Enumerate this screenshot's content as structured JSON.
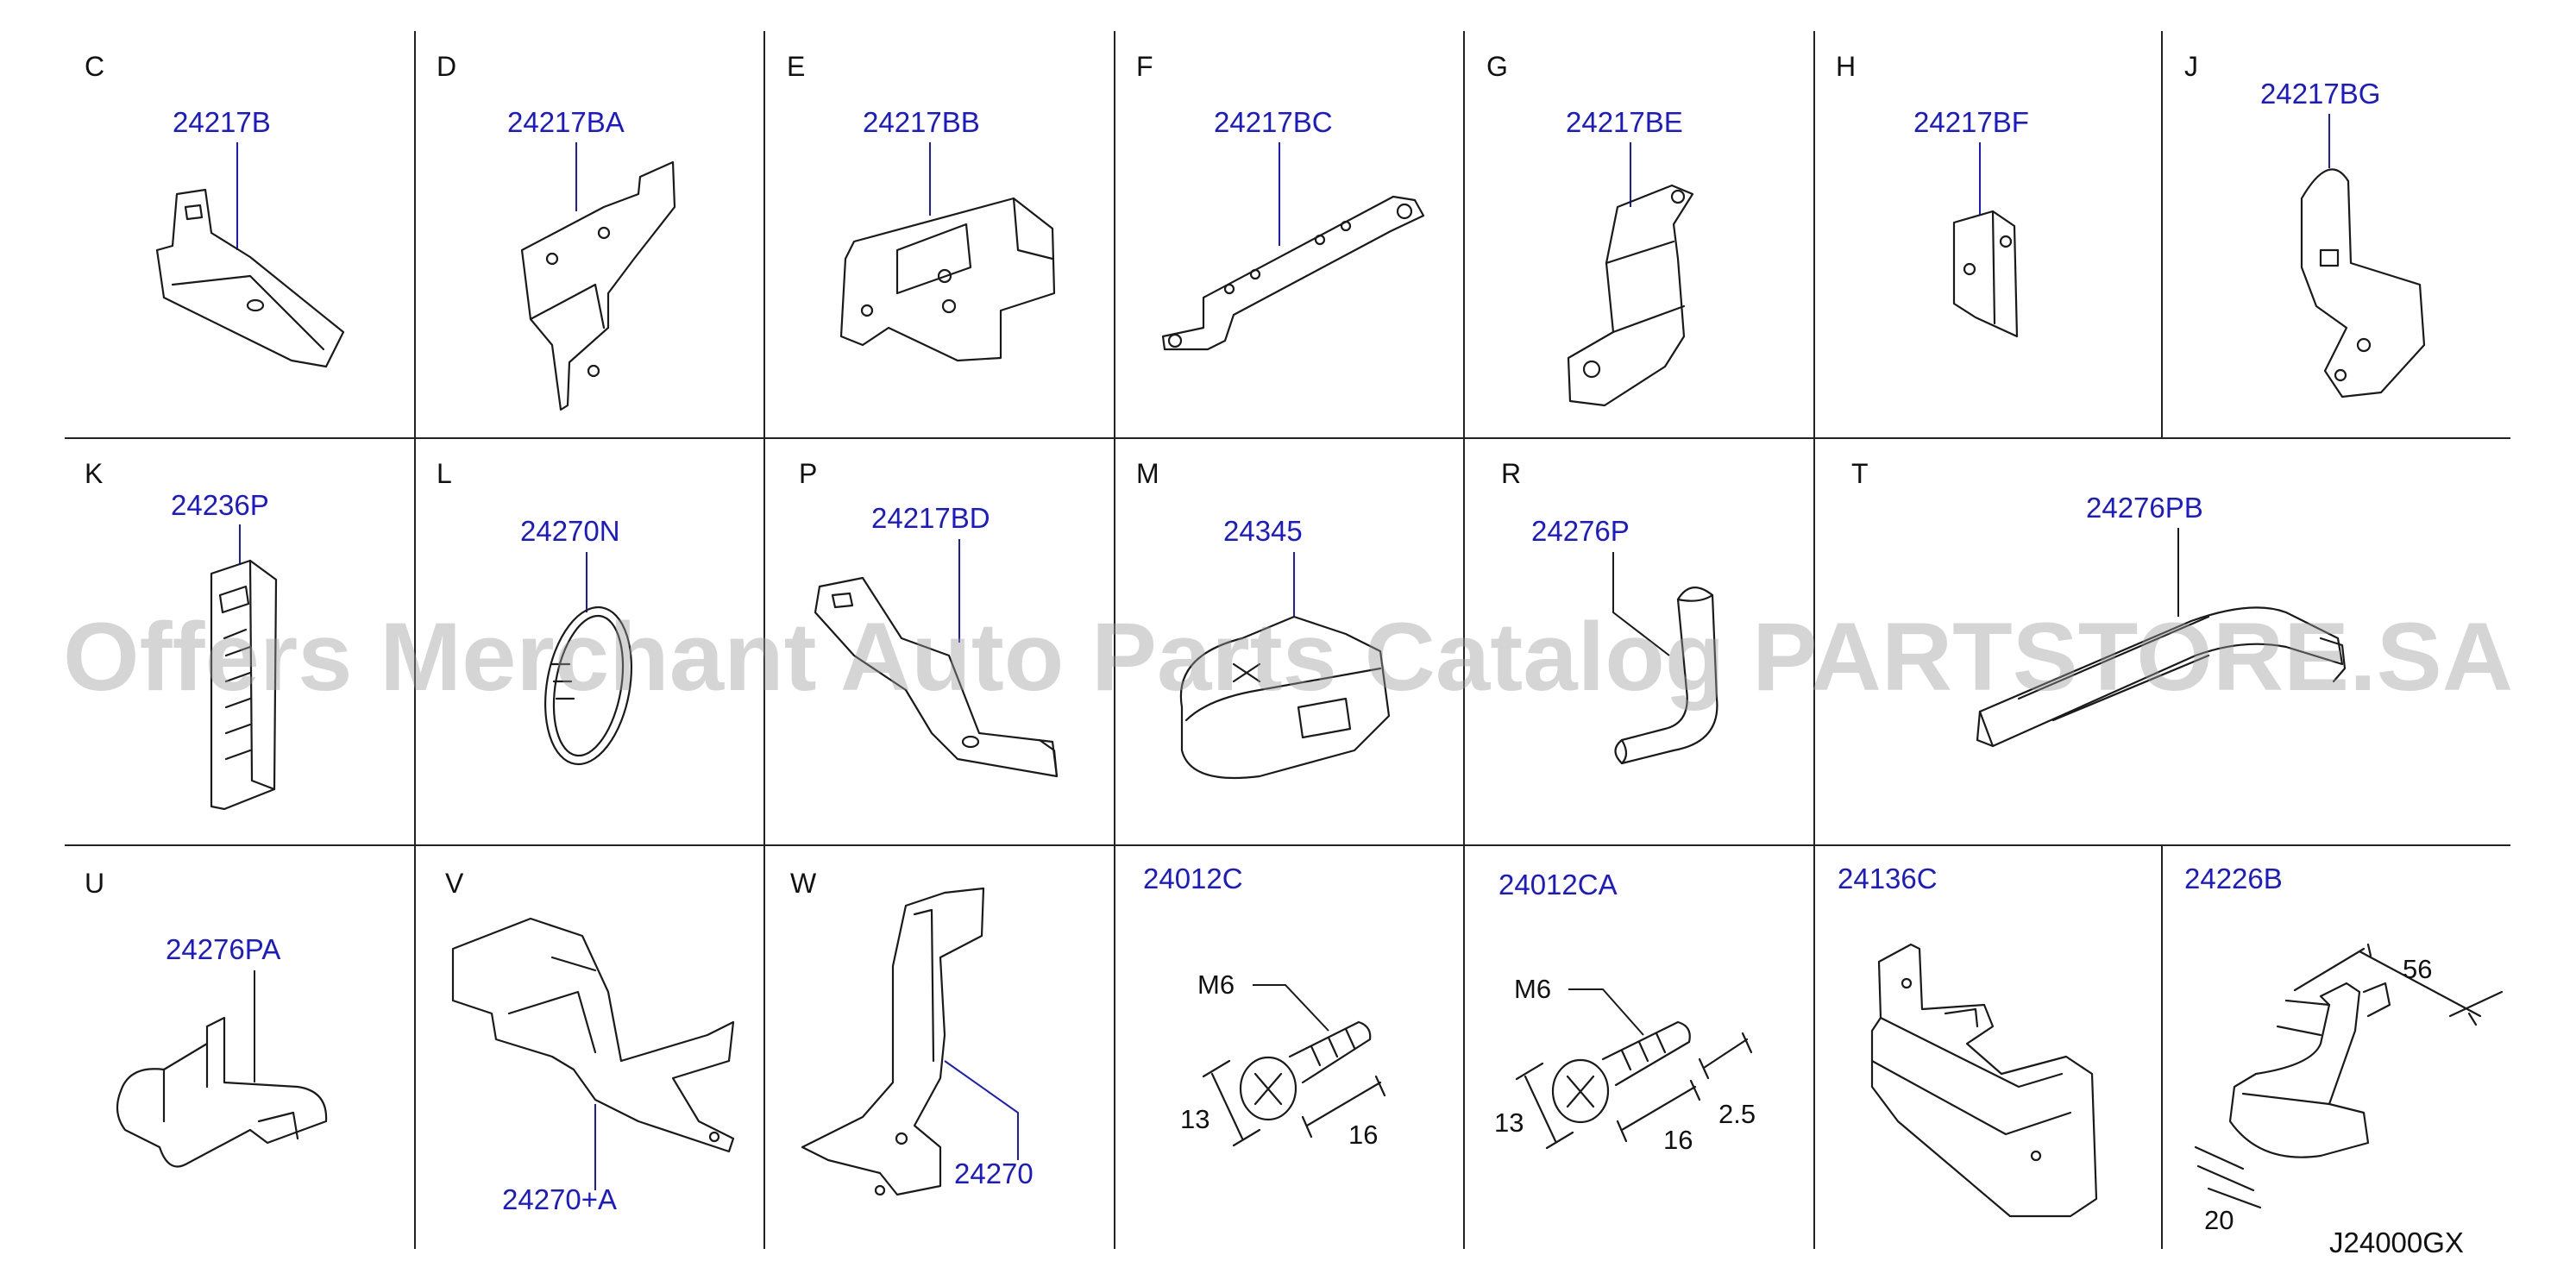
{
  "cells": [
    {
      "letter": "C",
      "part": "24217B"
    },
    {
      "letter": "D",
      "part": "24217BA"
    },
    {
      "letter": "E",
      "part": "24217BB"
    },
    {
      "letter": "F",
      "part": "24217BC"
    },
    {
      "letter": "G",
      "part": "24217BE"
    },
    {
      "letter": "H",
      "part": "24217BF"
    },
    {
      "letter": "J",
      "part": "24217BG"
    },
    {
      "letter": "K",
      "part": "24236P"
    },
    {
      "letter": "L",
      "part": "24270N"
    },
    {
      "letter": "P",
      "part": "24217BD"
    },
    {
      "letter": "M",
      "part": "24345"
    },
    {
      "letter": "R",
      "part": "24276P"
    },
    {
      "letter": "T",
      "part": "24276PB"
    },
    {
      "letter": "U",
      "part": "24276PA"
    },
    {
      "letter": "V",
      "part": "24270+A"
    },
    {
      "letter": "W",
      "part": "24270"
    },
    {
      "letter": "",
      "part": "24012C"
    },
    {
      "letter": "",
      "part": "24012CA"
    },
    {
      "letter": "",
      "part": "24136C"
    },
    {
      "letter": "",
      "part": "24226B"
    }
  ],
  "dimensions": {
    "bolt_c": {
      "thread": "M6",
      "head": "13",
      "length": "16"
    },
    "bolt_ca": {
      "thread": "M6",
      "head": "13",
      "length": "16",
      "tip": "2.5"
    },
    "clip_b": {
      "width": "56",
      "depth": "20"
    }
  },
  "watermark": "Offers Merchant Auto Parts Catalog PARTSTORE.SA",
  "diagram_ref": "J24000GX"
}
